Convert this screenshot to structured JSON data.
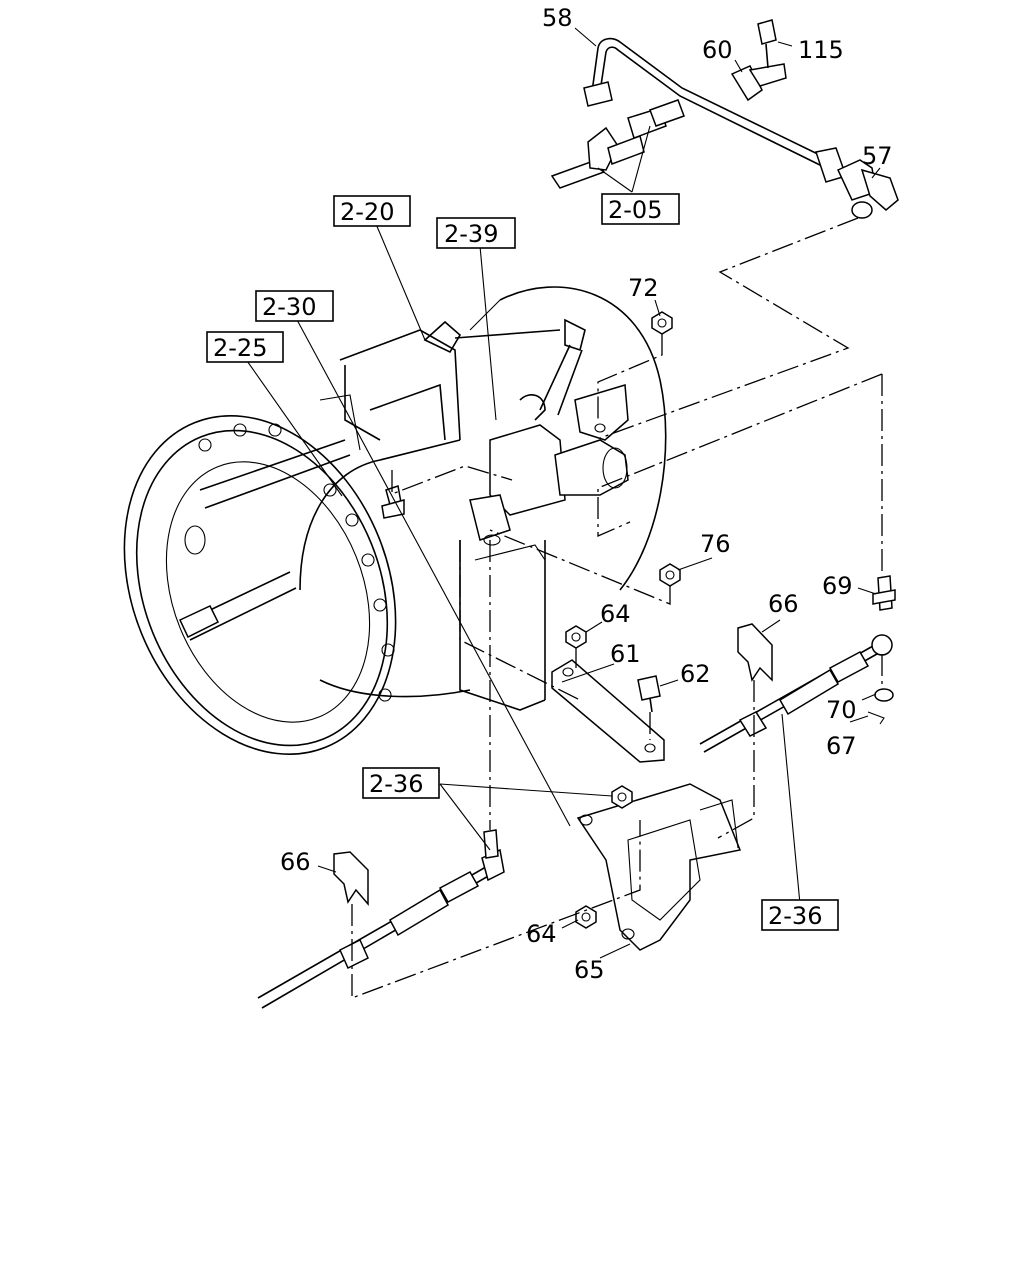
{
  "part_labels": {
    "p58": "58",
    "p60": "60",
    "p115": "115",
    "p57": "57",
    "p72": "72",
    "p76": "76",
    "p69": "69",
    "p66_right": "66",
    "p64_top": "64",
    "p61": "61",
    "p62": "62",
    "p70": "70",
    "p67": "67",
    "p66_left": "66",
    "p64_bottom": "64",
    "p65": "65"
  },
  "ref_labels": {
    "r2_20": "2-20",
    "r2_39": "2-39",
    "r2_30": "2-30",
    "r2_25": "2-25",
    "r2_05": "2-05",
    "r2_36_left": "2-36",
    "r2_36_right": "2-36"
  }
}
